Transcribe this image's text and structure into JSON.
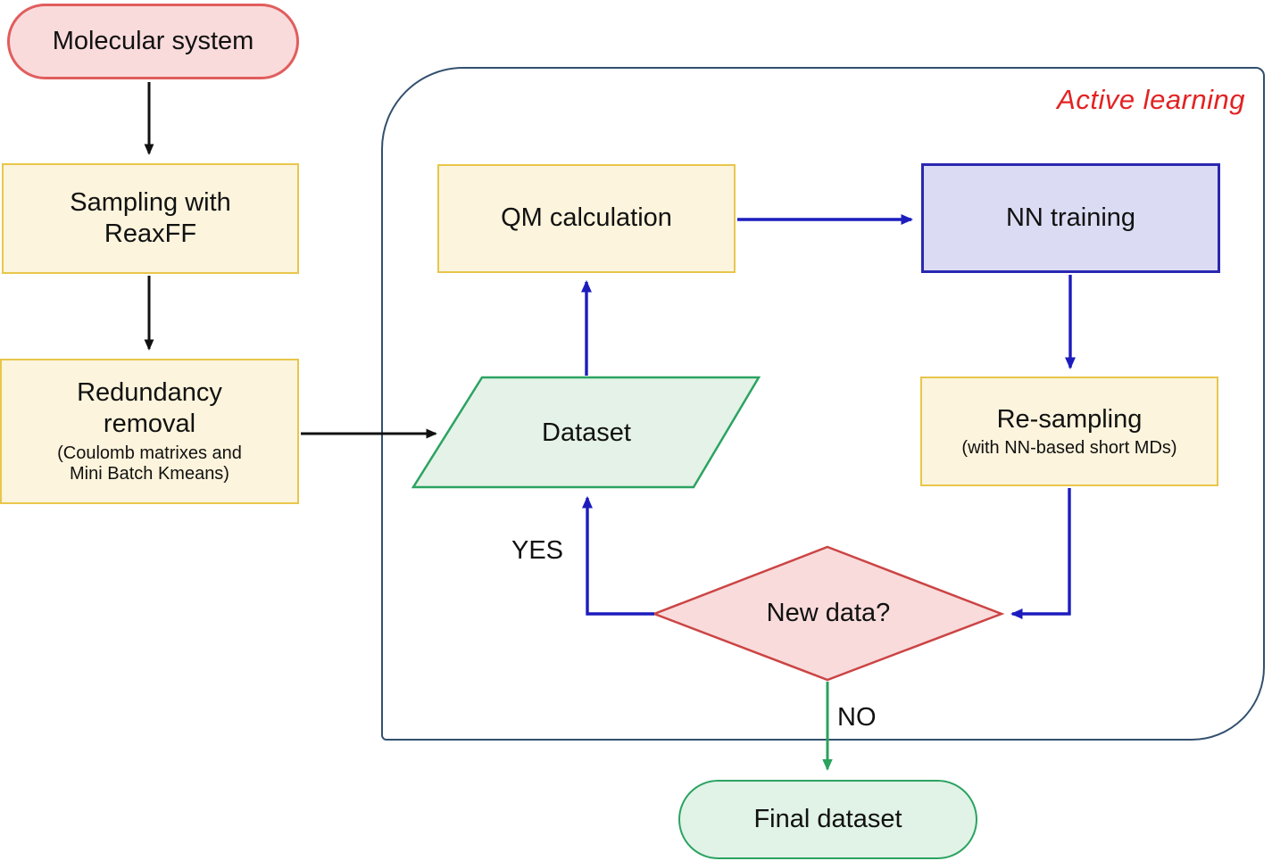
{
  "region": {
    "label": "Active learning"
  },
  "nodes": {
    "molecular_system": {
      "label": "Molecular system"
    },
    "sampling": {
      "label": "Sampling with ReaxFF"
    },
    "redundancy": {
      "label": "Redundancy removal",
      "caption": "(Coulomb matrixes and Mini Batch Kmeans)"
    },
    "qm_calculation": {
      "label": "QM calculation"
    },
    "nn_training": {
      "label": "NN training"
    },
    "dataset": {
      "label": "Dataset"
    },
    "resampling": {
      "label": "Re-sampling",
      "caption": "(with NN-based short MDs)"
    },
    "new_data_decision": {
      "label": "New data?"
    },
    "final_dataset": {
      "label": "Final dataset"
    }
  },
  "edge_labels": {
    "yes": "YES",
    "no": "NO"
  },
  "colors": {
    "yellow_fill": "#fcf4dc",
    "yellow_border": "#e8c64b",
    "pink_fill": "#fadbdb",
    "pink_border": "#e15d5d",
    "lavender_fill": "#dbdcf4",
    "blue_border": "#2a28b0",
    "green_fill": "#e4f2e7",
    "green_fill_light": "#e0f3e6",
    "green_border": "#2ca362",
    "diamond_fill": "#f9dbdb",
    "diamond_border": "#cc4444",
    "container_border": "#32506e",
    "active_learning_red": "#e32222",
    "arrow_black": "#111111",
    "arrow_blue": "#1c1cbe",
    "arrow_green": "#2aa35c",
    "text": "#111111"
  }
}
